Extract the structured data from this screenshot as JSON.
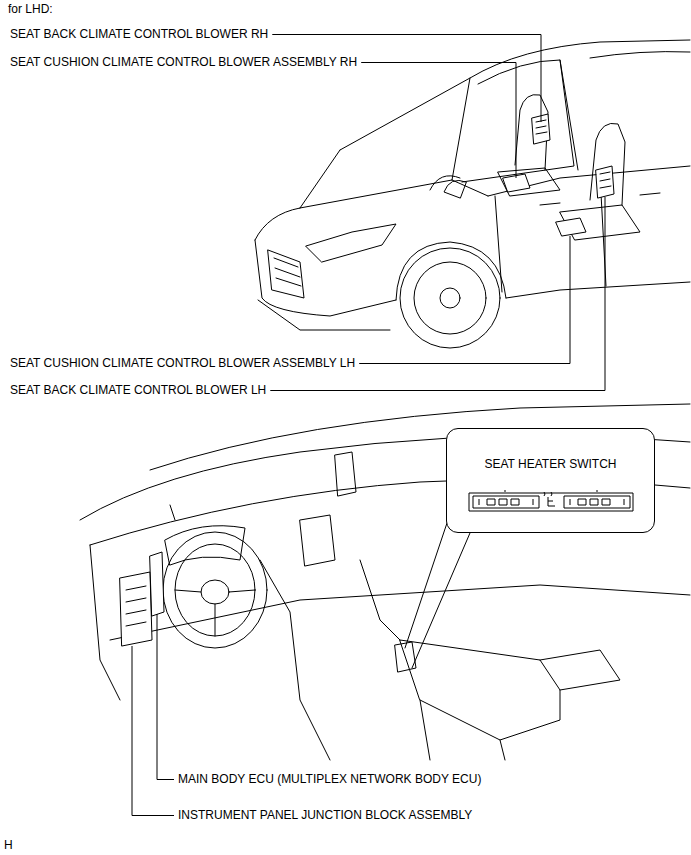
{
  "diagram": {
    "nodes": [
      {
        "text": [
          "SEAT HEATER SWITCH"
        ]
      }
    ],
    "edges": [],
    "labels": [
      "for LHD:",
      "SEAT BACK CLIMATE CONTROL BLOWER RH",
      "SEAT CUSHION CLIMATE CONTROL BLOWER ASSEMBLY RH",
      "SEAT CUSHION CLIMATE CONTROL BLOWER ASSEMBLY LH",
      "SEAT BACK CLIMATE CONTROL BLOWER LH",
      "MAIN BODY ECU (MULTIPLEX NETWORK BODY ECU)",
      "INSTRUMENT PANEL JUNCTION BLOCK ASSEMBLY",
      "H"
    ]
  }
}
